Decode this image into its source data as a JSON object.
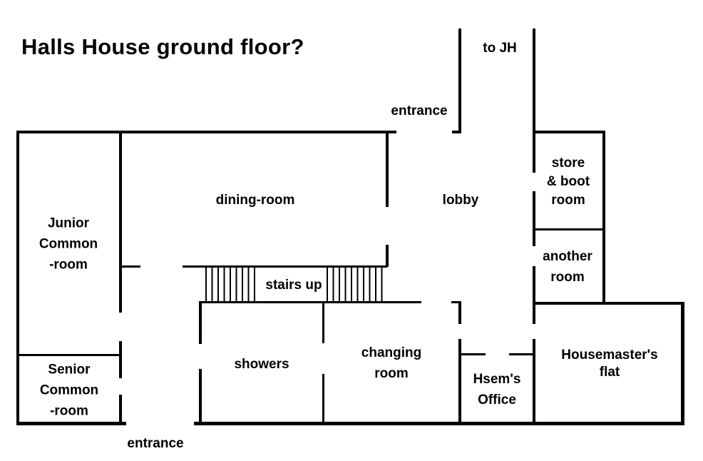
{
  "title": "Halls House ground floor?",
  "colors": {
    "line": "#000000",
    "background": "#ffffff",
    "text": "#000000"
  },
  "rooms": {
    "junior_common": "Junior\nCommon\n-room",
    "senior_common": "Senior\nCommon\n-room",
    "dining": "dining-room",
    "stairs": "stairs up",
    "lobby": "lobby",
    "to_jh": "to JH",
    "entrance_top": "entrance",
    "entrance_bottom": "entrance",
    "store_boot": "store\n& boot\nroom",
    "another": "another\nroom",
    "showers": "showers",
    "changing": "changing\nroom",
    "hsems_office": "Hsem's\nOffice",
    "housemasters_flat": "Housemaster's flat"
  }
}
